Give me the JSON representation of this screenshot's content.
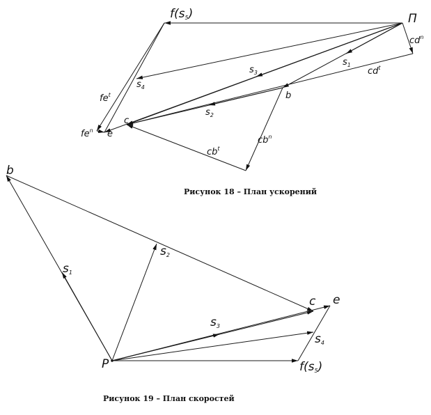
{
  "accel_plan": {
    "caption": "Рисунок 18 – План ускорений",
    "labels": {
      "pole": "П",
      "f": "f",
      "f_sub": "5",
      "s1": "s",
      "s1_sub": "1",
      "s2": "s",
      "s2_sub": "2",
      "s3": "s",
      "s3_sub": "3",
      "s4": "s",
      "s4_sub": "4",
      "b": "b",
      "c": "c",
      "e": "e",
      "cd_n": "cd",
      "cd_n_sup": "n",
      "cd_t": "cd",
      "cd_t_sup": "t",
      "cb_n": "cb",
      "cb_n_sup": "n",
      "cb_t": "cb",
      "cb_t_sup": "t",
      "fe_t": "fe",
      "fe_t_sup": "t",
      "fe_n": "fe",
      "fe_n_sup": "n"
    }
  },
  "velocity_plan": {
    "caption": "Рисунок 19 – План скоростей",
    "labels": {
      "pole": "P",
      "b": "b",
      "c": "c",
      "e": "e",
      "f": "f",
      "f_sub": "5",
      "s1": "s",
      "s1_sub": "1",
      "s2": "s",
      "s2_sub": "2",
      "s3": "s",
      "s3_sub": "3",
      "s4": "s",
      "s4_sub": "4"
    }
  },
  "colors": {
    "line": "#1a1a1a",
    "text": "#111111",
    "background": "#ffffff"
  }
}
